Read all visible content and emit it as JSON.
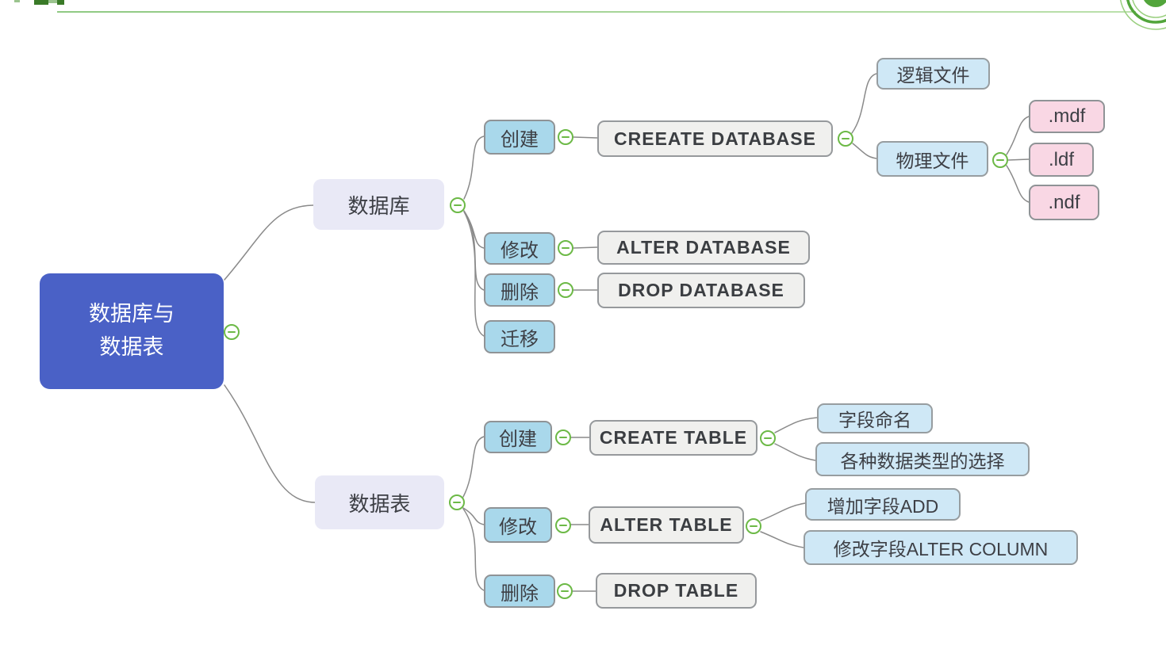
{
  "mindmap": {
    "root": {
      "line1": "数据库与",
      "line2": "数据表"
    },
    "database_branch": {
      "topic": "数据库",
      "create": "创建",
      "create_cmd": "CREEATE DATABASE",
      "logical_file": "逻辑文件",
      "physical_file": "物理文件",
      "mdf": ".mdf",
      "ldf": ".ldf",
      "ndf": ".ndf",
      "alter": "修改",
      "alter_cmd": "ALTER DATABASE",
      "drop": "删除",
      "drop_cmd": "DROP DATABASE",
      "migrate": "迁移"
    },
    "table_branch": {
      "topic": "数据表",
      "create": "创建",
      "create_cmd": "CREATE TABLE",
      "field_naming": "字段命名",
      "datatype_selection": "各种数据类型的选择",
      "alter": "修改",
      "alter_cmd": "ALTER TABLE",
      "add_field": "增加字段ADD",
      "alter_column": "修改字段ALTER COLUMN",
      "drop": "删除",
      "drop_cmd": "DROP TABLE"
    }
  },
  "colors": {
    "root_fill": "#4A61C6",
    "branch_fill": "#E9E9F6",
    "action_fill": "#A9D8EB",
    "command_fill": "#F0F0EE",
    "detail_fill": "#CFE8F6",
    "file_fill": "#F9D7E4",
    "collapse_green": "#6CB946",
    "connector_grey": "#8A8A8A",
    "header_line_green": "#A6D598"
  }
}
